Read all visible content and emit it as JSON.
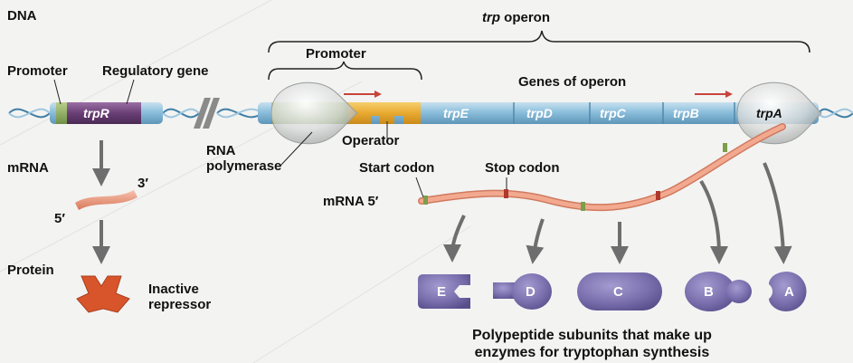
{
  "labels": {
    "dna": "DNA",
    "operon_name": "trp",
    "operon_word": "operon",
    "promoter_left": "Promoter",
    "regulatory_gene": "Regulatory gene",
    "promoter_top": "Promoter",
    "genes_of_operon": "Genes of operon",
    "operator": "Operator",
    "rna_polymerase": "RNA\npolymerase",
    "mrna": "mRNA",
    "three_prime": "3′",
    "five_prime": "5′",
    "protein": "Protein",
    "inactive_repressor": "Inactive\nrepressor",
    "start_codon": "Start codon",
    "stop_codon": "Stop codon",
    "mrna_5": "mRNA 5′",
    "caption": "Polypeptide subunits that make up\nenzymes for tryptophan synthesis"
  },
  "genes": {
    "trpR": "trpR",
    "trpE": "trpE",
    "trpD": "trpD",
    "trpC": "trpC",
    "trpB": "trpB",
    "trpA": "trpA"
  },
  "subunits": {
    "E": "E",
    "D": "D",
    "C": "C",
    "B": "B",
    "A": "A"
  },
  "colors": {
    "dna_blue": "#7fb6d6",
    "regulatory": "#6a3f76",
    "promoter_green": "#8aab5a",
    "operator_gold": "#e8a930",
    "mrna_salmon": "#e7957a",
    "protein_purple": "#7a6fad",
    "repressor_orange": "#d8552b",
    "arrow_red": "#c8433b",
    "arrow_gray": "#6e6e6e"
  }
}
